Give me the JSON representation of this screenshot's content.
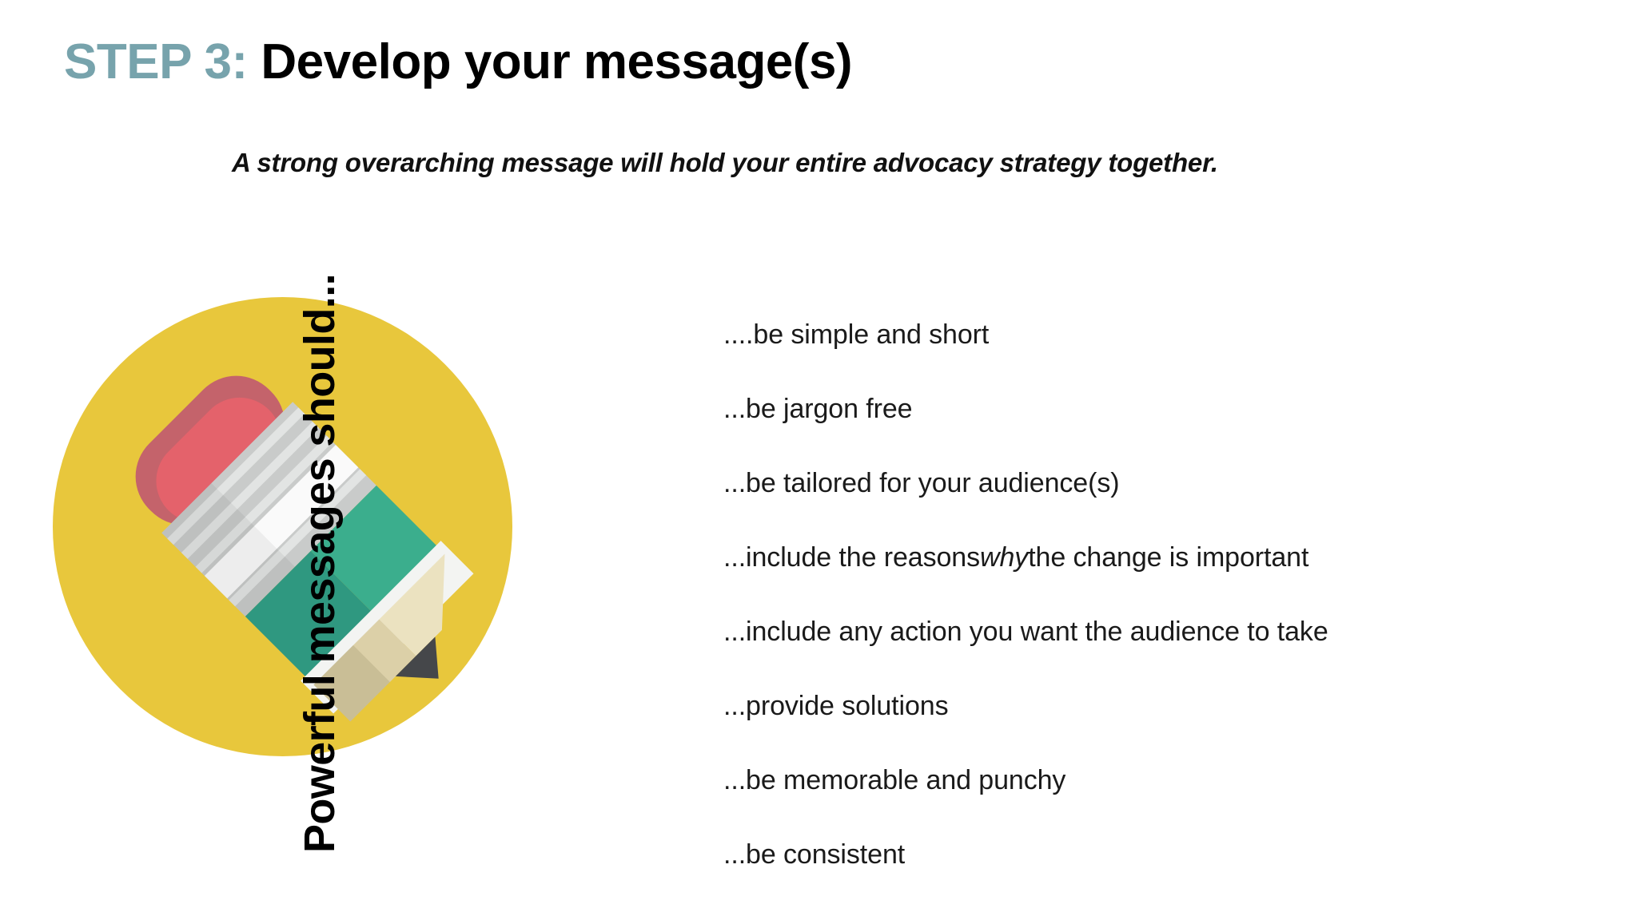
{
  "slide": {
    "background_color": "#FFFFFF",
    "title": {
      "step_label": "STEP 3:",
      "main": "Develop your message(s)",
      "step_color": "#77A3AC",
      "main_color": "#000000"
    },
    "subtitle": "A strong overarching message will hold your entire advocacy strategy together."
  },
  "illustration": {
    "icon_name": "pencil-icon",
    "circle_color": "#E8C73C",
    "eraser_outer_color": "#C4636B",
    "eraser_inner_color": "#E4626B",
    "ferrule_color": "#C9CBCA",
    "ferrule_band_color": "#FAFAFA",
    "barrel_light_color": "#3BAE8D",
    "barrel_dark_color": "#2F9880",
    "wood_light_color": "#EBE2C0",
    "wood_dark_color": "#C9BE96",
    "graphite_color": "#45474A"
  },
  "vertical_heading": {
    "text": "Powerful messages should..."
  },
  "message_list": {
    "items": [
      {
        "prefix": "....",
        "text": "be simple and short"
      },
      {
        "prefix": "...",
        "text": "be jargon free"
      },
      {
        "prefix": "...",
        "text": "be tailored for your audience(s)"
      },
      {
        "prefix": "...",
        "pre_em": "include the reasons ",
        "em": "why",
        "post_em": " the change is important"
      },
      {
        "prefix": "...",
        "text": "include any action you want the audience to take"
      },
      {
        "prefix": "...",
        "text": "provide solutions"
      },
      {
        "prefix": "...",
        "text": "be memorable and punchy"
      },
      {
        "prefix": "...",
        "text": "be consistent"
      }
    ]
  }
}
